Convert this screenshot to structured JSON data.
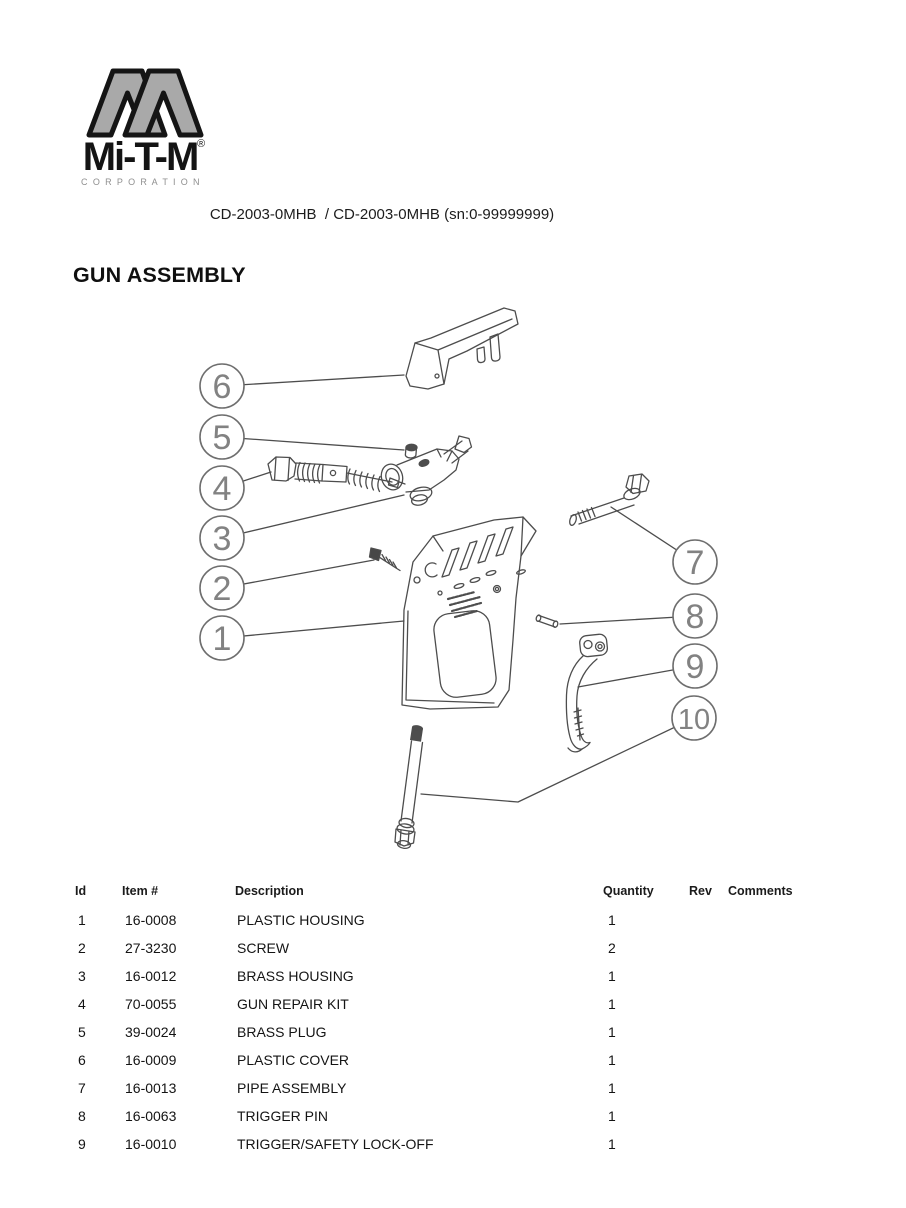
{
  "logo": {
    "brand": "Mi-T-M",
    "registered": "®",
    "subtext": "C O R P O R A T I O N"
  },
  "header": {
    "model_line": "CD-2003-0MHB  / CD-2003-0MHB (sn:0-99999999)",
    "page_title": "GUN ASSEMBLY"
  },
  "diagram": {
    "callouts": [
      {
        "label": "1"
      },
      {
        "label": "2"
      },
      {
        "label": "3"
      },
      {
        "label": "4"
      },
      {
        "label": "5"
      },
      {
        "label": "6"
      },
      {
        "label": "7"
      },
      {
        "label": "8"
      },
      {
        "label": "9"
      },
      {
        "label": "10"
      }
    ]
  },
  "table": {
    "headers": {
      "id": "Id",
      "item": "Item #",
      "description": "Description",
      "quantity": "Quantity",
      "rev": "Rev",
      "comments": "Comments"
    },
    "rows": [
      {
        "id": "1",
        "item": "16-0008",
        "description": "PLASTIC HOUSING",
        "quantity": "1",
        "rev": "",
        "comments": ""
      },
      {
        "id": "2",
        "item": "27-3230",
        "description": "SCREW",
        "quantity": "2",
        "rev": "",
        "comments": ""
      },
      {
        "id": "3",
        "item": "16-0012",
        "description": "BRASS HOUSING",
        "quantity": "1",
        "rev": "",
        "comments": ""
      },
      {
        "id": "4",
        "item": "70-0055",
        "description": "GUN REPAIR KIT",
        "quantity": "1",
        "rev": "",
        "comments": ""
      },
      {
        "id": "5",
        "item": "39-0024",
        "description": "BRASS PLUG",
        "quantity": "1",
        "rev": "",
        "comments": ""
      },
      {
        "id": "6",
        "item": "16-0009",
        "description": "PLASTIC COVER",
        "quantity": "1",
        "rev": "",
        "comments": ""
      },
      {
        "id": "7",
        "item": "16-0013",
        "description": "PIPE ASSEMBLY",
        "quantity": "1",
        "rev": "",
        "comments": ""
      },
      {
        "id": "8",
        "item": "16-0063",
        "description": "TRIGGER PIN",
        "quantity": "1",
        "rev": "",
        "comments": ""
      },
      {
        "id": "9",
        "item": "16-0010",
        "description": "TRIGGER/SAFETY LOCK-OFF",
        "quantity": "1",
        "rev": "",
        "comments": ""
      }
    ]
  }
}
